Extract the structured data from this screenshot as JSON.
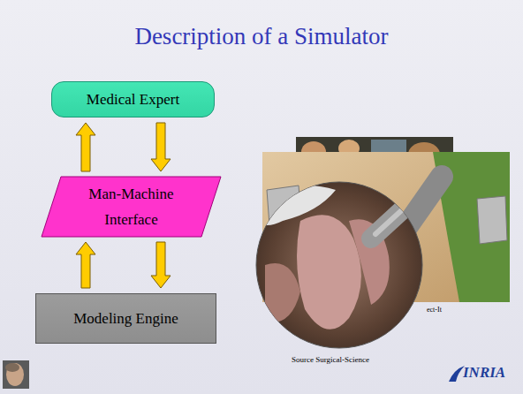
{
  "diagram": {
    "title": "Description of a Simulator",
    "nodes": [
      {
        "text": [
          "Medical Expert"
        ]
      },
      {
        "text": [
          "Man-Machine Interface"
        ]
      },
      {
        "text": [
          "Modeling Engine"
        ]
      }
    ],
    "edges": [
      {
        "from": 1,
        "to": 0,
        "arrow": "to"
      },
      {
        "from": 0,
        "to": 1,
        "arrow": "to"
      },
      {
        "from": 2,
        "to": 1,
        "arrow": "to"
      },
      {
        "from": 1,
        "to": 2,
        "arrow": "to"
      }
    ],
    "labels": [
      "ect-It",
      "Source Surgical-Science",
      "INRIA"
    ]
  }
}
